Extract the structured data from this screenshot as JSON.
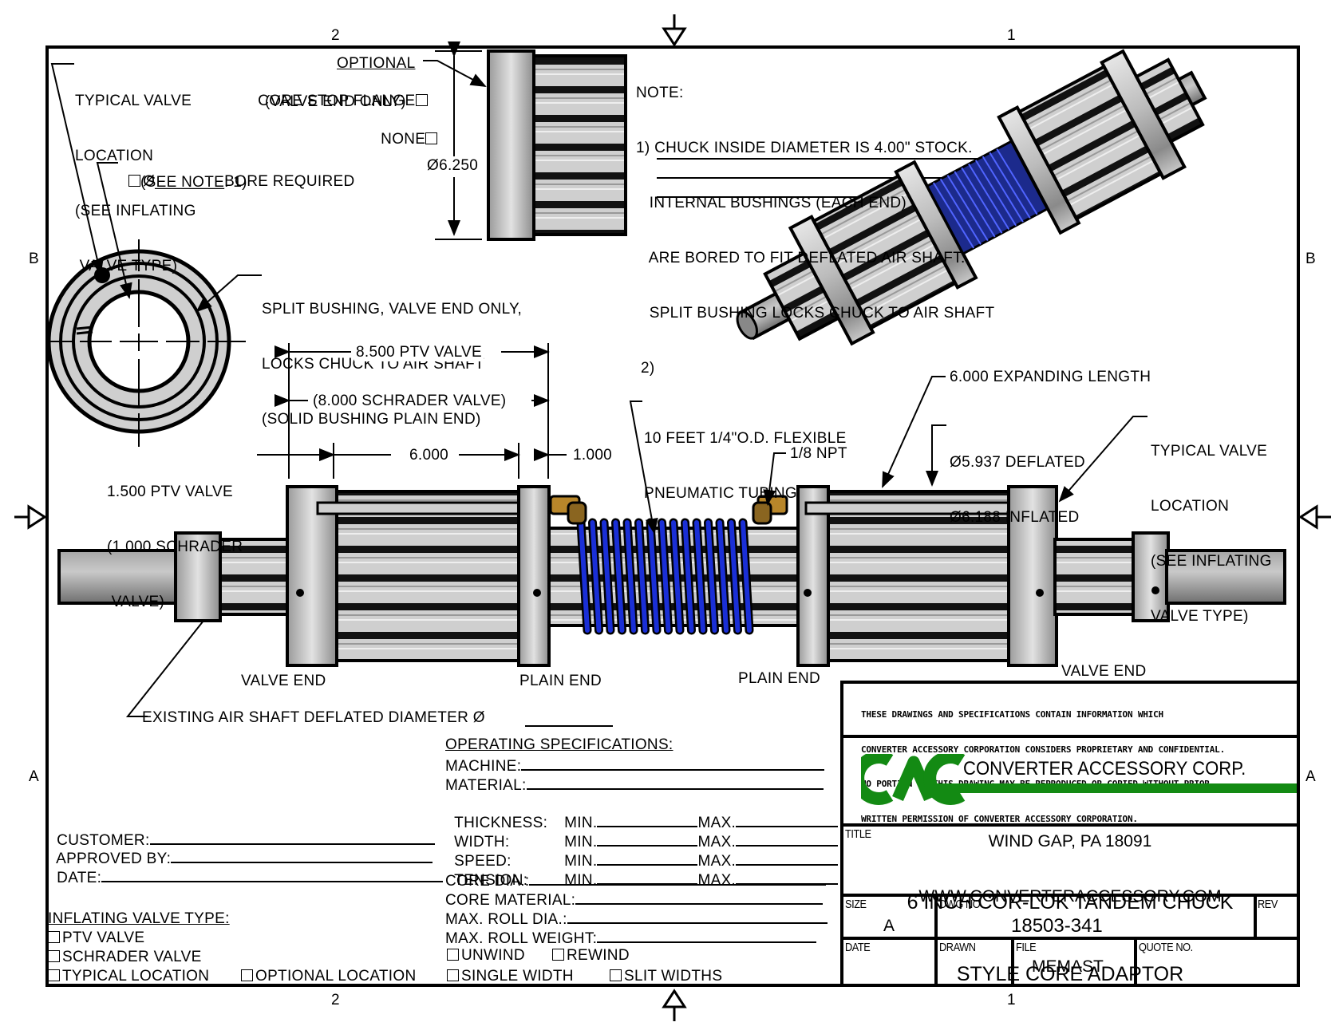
{
  "sheet": {
    "zones_top": [
      "2",
      "1"
    ],
    "zones_bottom": [
      "2",
      "1"
    ],
    "zones_left": [
      "B",
      "A"
    ],
    "zones_right": [
      "B",
      "A"
    ]
  },
  "callouts": {
    "typical_valve_left": [
      "TYPICAL VALVE",
      "LOCATION",
      "(SEE INFLATING",
      " VALVE TYPE)"
    ],
    "bore_required": "Ø________BORE REQUIRED",
    "see_note": "(SEE NOTE: 1)",
    "optional_header": "OPTIONAL",
    "core_stop_flange": "CORE STOP FLANGE",
    "valve_end_only": "(VALVE END ONLY)",
    "none": "NONE",
    "flange_diameter": "Ø6.250",
    "split_bushing": [
      "SPLIT BUSHING, VALVE END ONLY,",
      "LOCKS CHUCK TO AIR SHAFT",
      "(SOLID BUSHING PLAIN END)"
    ],
    "dim_ptv": "8.500 PTV VALVE",
    "dim_schrader": "(8.000 SCHRADER VALVE)",
    "dim_ptv_valve_len": [
      "1.500 PTV VALVE",
      "(1.000 SCHRADER",
      " VALVE)"
    ],
    "dim_6000": "6.000",
    "dim_1000": "1.000",
    "tubing": [
      "10 FEET 1/4\"O.D. FLEXIBLE",
      "PNEUMATIC TUBING"
    ],
    "npt": "1/8 NPT",
    "expanding_length": "6.000 EXPANDING LENGTH",
    "deflated": "Ø5.937 DEFLATED",
    "inflated": "Ø6.188 INFLATED",
    "typical_valve_right": [
      "TYPICAL VALVE",
      "LOCATION",
      "(SEE INFLATING",
      "VALVE TYPE)"
    ],
    "valve_end_left": "VALVE END",
    "plain_end_left": "PLAIN END",
    "plain_end_right": "PLAIN END",
    "valve_end_right": "VALVE END",
    "existing_air_shaft": "EXISTING AIR SHAFT DEFLATED DIAMETER Ø"
  },
  "notes": {
    "header": "NOTE:",
    "lines": [
      "1) CHUCK INSIDE DIAMETER IS 4.00\" STOCK.",
      "   INTERNAL BUSHINGS (EACH END)",
      "   ARE BORED TO FIT DEFLATED AIR SHAFT.",
      "   SPLIT BUSHING LOCKS CHUCK TO AIR SHAFT"
    ],
    "line2_label": "2)"
  },
  "customer_block": {
    "customer": "CUSTOMER:",
    "approved_by": "APPROVED BY:",
    "date": "DATE:"
  },
  "inflating_valve": {
    "header": "INFLATING VALVE TYPE:",
    "options": [
      "PTV VALVE",
      "SCHRADER VALVE",
      "TYPICAL LOCATION",
      "OPTIONAL LOCATION"
    ]
  },
  "operating_specs": {
    "header": "OPERATING SPECIFICATIONS:",
    "machine": "MACHINE:",
    "material": "MATERIAL:",
    "minmax_rows": [
      {
        "label": "THICKNESS:",
        "min": "MIN.",
        "max": "MAX."
      },
      {
        "label": "WIDTH:",
        "min": "MIN.",
        "max": "MAX."
      },
      {
        "label": "SPEED:",
        "min": "MIN.",
        "max": "MAX."
      },
      {
        "label": "TENSION:",
        "min": "MIN.",
        "max": "MAX."
      }
    ],
    "core_dia": "CORE DIA.:",
    "core_material": "CORE MATERIAL:",
    "max_roll_dia": "MAX. ROLL DIA.:",
    "max_roll_weight": "MAX. ROLL WEIGHT:",
    "unwind": "UNWIND",
    "rewind": "REWIND",
    "single_width": "SINGLE WIDTH",
    "slit_widths": "SLIT WIDTHS"
  },
  "title_block": {
    "disclaimer": [
      "THESE DRAWINGS AND SPECIFICATIONS CONTAIN INFORMATION WHICH",
      "CONVERTER ACCESSORY CORPORATION CONSIDERS PROPRIETARY AND CONFIDENTIAL.",
      "NO PORTION OF THIS DRAWING MAY BE REPRODUCED OR COPIED WITHOUT PRIOR",
      "WRITTEN PERMISSION OF CONVERTER ACCESSORY CORPORATION."
    ],
    "logo_text": "CAC",
    "company": "CONVERTER ACCESSORY CORP.",
    "address": "WIND GAP, PA 18091",
    "website": "WWW.CONVERTERACCESSORY.COM",
    "title_label": "TITLE",
    "title_lines": [
      "6 INCH COR-LOK TANDEM CHUCK",
      "STYLE CORE ADAPTOR"
    ],
    "size_label": "SIZE",
    "size_value": "A",
    "dwg_label": "DWG NO",
    "dwg_value": "18503-341",
    "rev_label": "REV",
    "rev_value": "",
    "date_label": "DATE",
    "drawn_label": "DRAWN",
    "file_label": "FILE",
    "file_value": "MEMAST",
    "quote_label": "QUOTE NO.",
    "brand_color": "#138a13"
  },
  "colors": {
    "tubing": "#1a2fd6",
    "fitting": "#b8862a",
    "metal_light": "#d8d8d8",
    "metal_dark": "#7a7a7a"
  }
}
